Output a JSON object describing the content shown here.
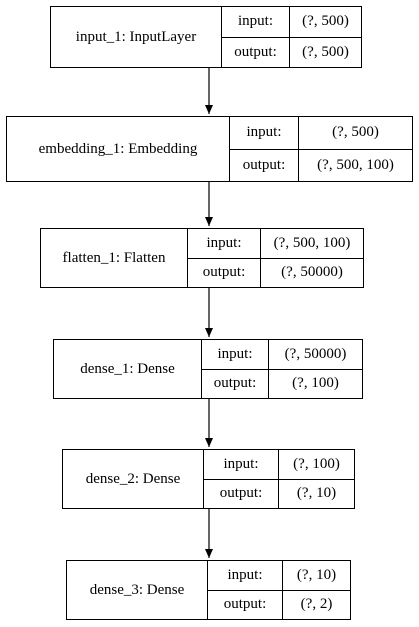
{
  "nodes": [
    {
      "name": "input_1: InputLayer",
      "input_label": "input:",
      "output_label": "output:",
      "input": "(?, 500)",
      "output": "(?, 500)"
    },
    {
      "name": "embedding_1: Embedding",
      "input_label": "input:",
      "output_label": "output:",
      "input": "(?, 500)",
      "output": "(?, 500, 100)"
    },
    {
      "name": "flatten_1: Flatten",
      "input_label": "input:",
      "output_label": "output:",
      "input": "(?, 500, 100)",
      "output": "(?, 50000)"
    },
    {
      "name": "dense_1: Dense",
      "input_label": "input:",
      "output_label": "output:",
      "input": "(?, 50000)",
      "output": "(?, 100)"
    },
    {
      "name": "dense_2: Dense",
      "input_label": "input:",
      "output_label": "output:",
      "input": "(?, 100)",
      "output": "(?, 10)"
    },
    {
      "name": "dense_3: Dense",
      "input_label": "input:",
      "output_label": "output:",
      "input": "(?, 10)",
      "output": "(?, 2)"
    }
  ]
}
